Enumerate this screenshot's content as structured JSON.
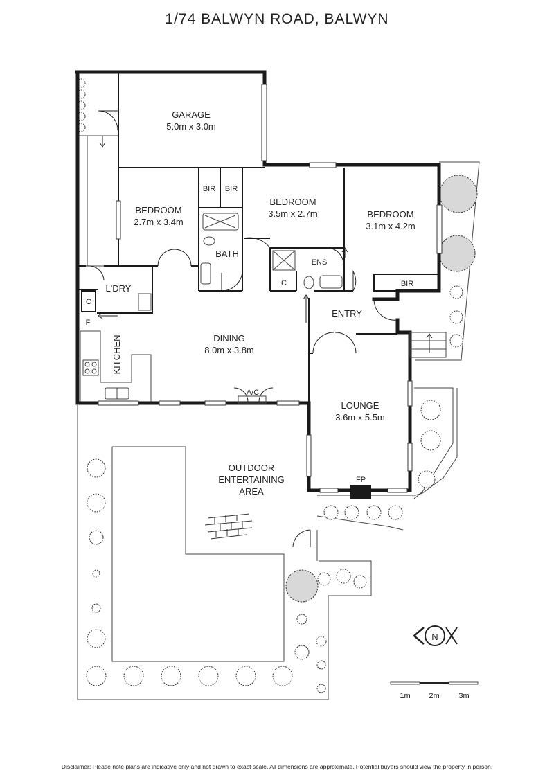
{
  "title": "1/74 BALWYN ROAD, BALWYN",
  "rooms": {
    "garage": {
      "name": "GARAGE",
      "dims": "5.0m x 3.0m"
    },
    "bedroom1": {
      "name": "BEDROOM",
      "dims": "2.7m x 3.4m"
    },
    "bedroom2": {
      "name": "BEDROOM",
      "dims": "3.5m x 2.7m"
    },
    "bedroom3": {
      "name": "BEDROOM",
      "dims": "3.1m x 4.2m"
    },
    "bir1": "BIR",
    "bir2": "BIR",
    "bir3": "BIR",
    "bath": "BATH",
    "ens": "ENS",
    "cupboard1": "C",
    "cupboard2": "C",
    "laundry": "L'DRY",
    "fridge": "F",
    "kitchen": "KITCHEN",
    "dining": {
      "name": "DINING",
      "dims": "8.0m x 3.8m"
    },
    "entry": "ENTRY",
    "lounge": {
      "name": "LOUNGE",
      "dims": "3.6m x 5.5m"
    },
    "aircon": "A/C",
    "fireplace": "FP",
    "outdoor": {
      "line1": "OUTDOOR",
      "line2": "ENTERTAINING",
      "line3": "AREA"
    }
  },
  "compass": {
    "label": "N"
  },
  "scale": {
    "labels": [
      "1m",
      "2m",
      "3m"
    ]
  },
  "disclaimer": "Disclaimer: Please note plans are indicative only and not drawn to exact scale. All dimensions are approximate. Potential buyers should view the property in person."
}
